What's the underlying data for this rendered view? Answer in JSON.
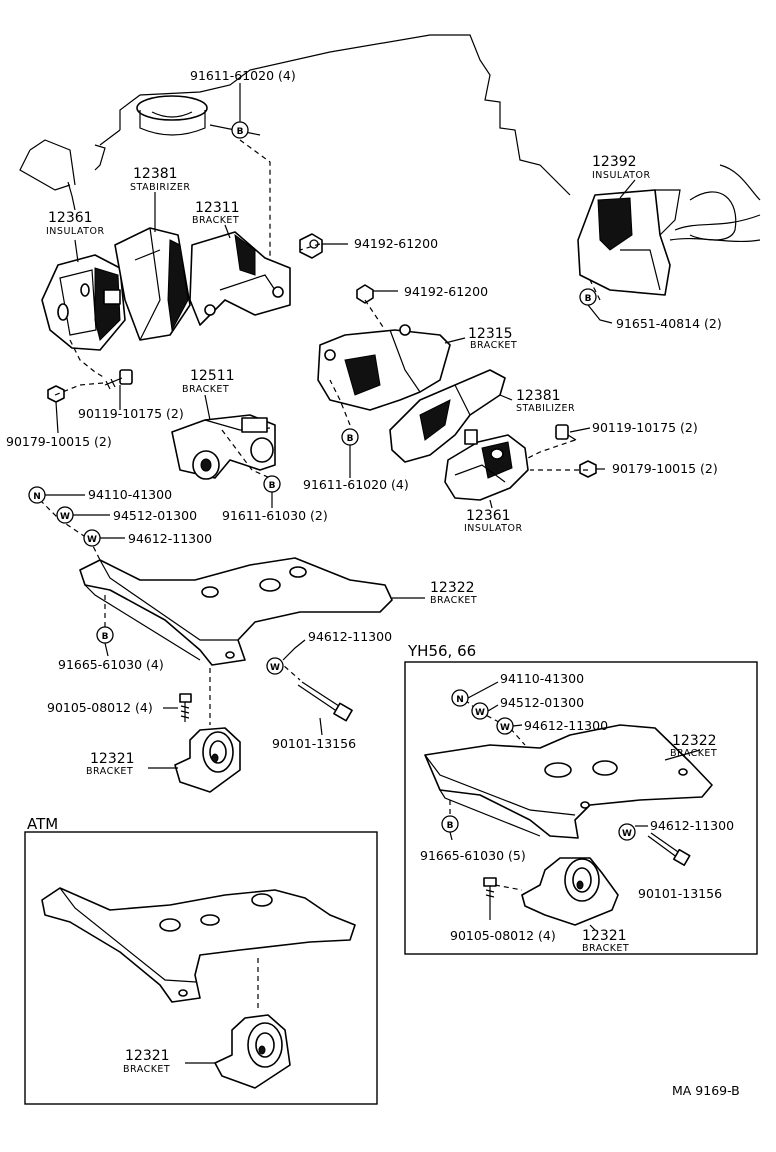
{
  "labels": {
    "p91611_61020_4_top": "91611-61020 (4)",
    "p12381_top": "12381",
    "stabirizer": "STABIRIZER",
    "p12311": "12311",
    "bracket_12311": "BRACKET",
    "p12361_left": "12361",
    "insulator_left": "INSULATOR",
    "p94192_61200_a": "94192-61200",
    "p94192_61200_b": "94192-61200",
    "p12392": "12392",
    "insulator_12392": "INSULATOR",
    "p91651_40814": "91651-40814 (2)",
    "p12511": "12511",
    "bracket_12511": "BRACKET",
    "p90119_left": "90119-10175 (2)",
    "p90179_left": "90179-10015 (2)",
    "p91611_61030": "91611-61030 (2)",
    "p12315": "12315",
    "bracket_12315": "BRACKET",
    "p12381_right": "12381",
    "stabilizer_right": "STABILIZER",
    "p90119_right": "90119-10175 (2)",
    "p90179_right": "90179-10015 (2)",
    "p91611_61020_mid": "91611-61020 (4)",
    "p12361_right": "12361",
    "insulator_right": "INSULATOR",
    "p94110_41300": "94110-41300",
    "p94512_01300": "94512-01300",
    "p94612_11300_a": "94612-11300",
    "p12322": "12322",
    "bracket_12322": "BRACKET",
    "p94612_11300_b": "94612-11300",
    "p91665_61030_4": "91665-61030 (4)",
    "p90105_4": "90105-08012 (4)",
    "p90101": "90101-13156",
    "p12321": "12321",
    "bracket_12321": "BRACKET",
    "atm_header": "ATM",
    "atm_12321": "12321",
    "atm_bracket": "BRACKET",
    "yh_header": "YH56, 66",
    "yh_94110": "94110-41300",
    "yh_94512": "94512-01300",
    "yh_94612_a": "94612-11300",
    "yh_12322": "12322",
    "yh_bracket_12322": "BRACKET",
    "yh_94612_b": "94612-11300",
    "yh_91665": "91665-61030 (5)",
    "yh_90101": "90101-13156",
    "yh_90105": "90105-08012 (4)",
    "yh_12321": "12321",
    "yh_bracket_12321": "BRACKET",
    "footer_code": "MA  9169-B"
  },
  "symbols": {
    "b": "B",
    "w": "W",
    "n": "N"
  }
}
